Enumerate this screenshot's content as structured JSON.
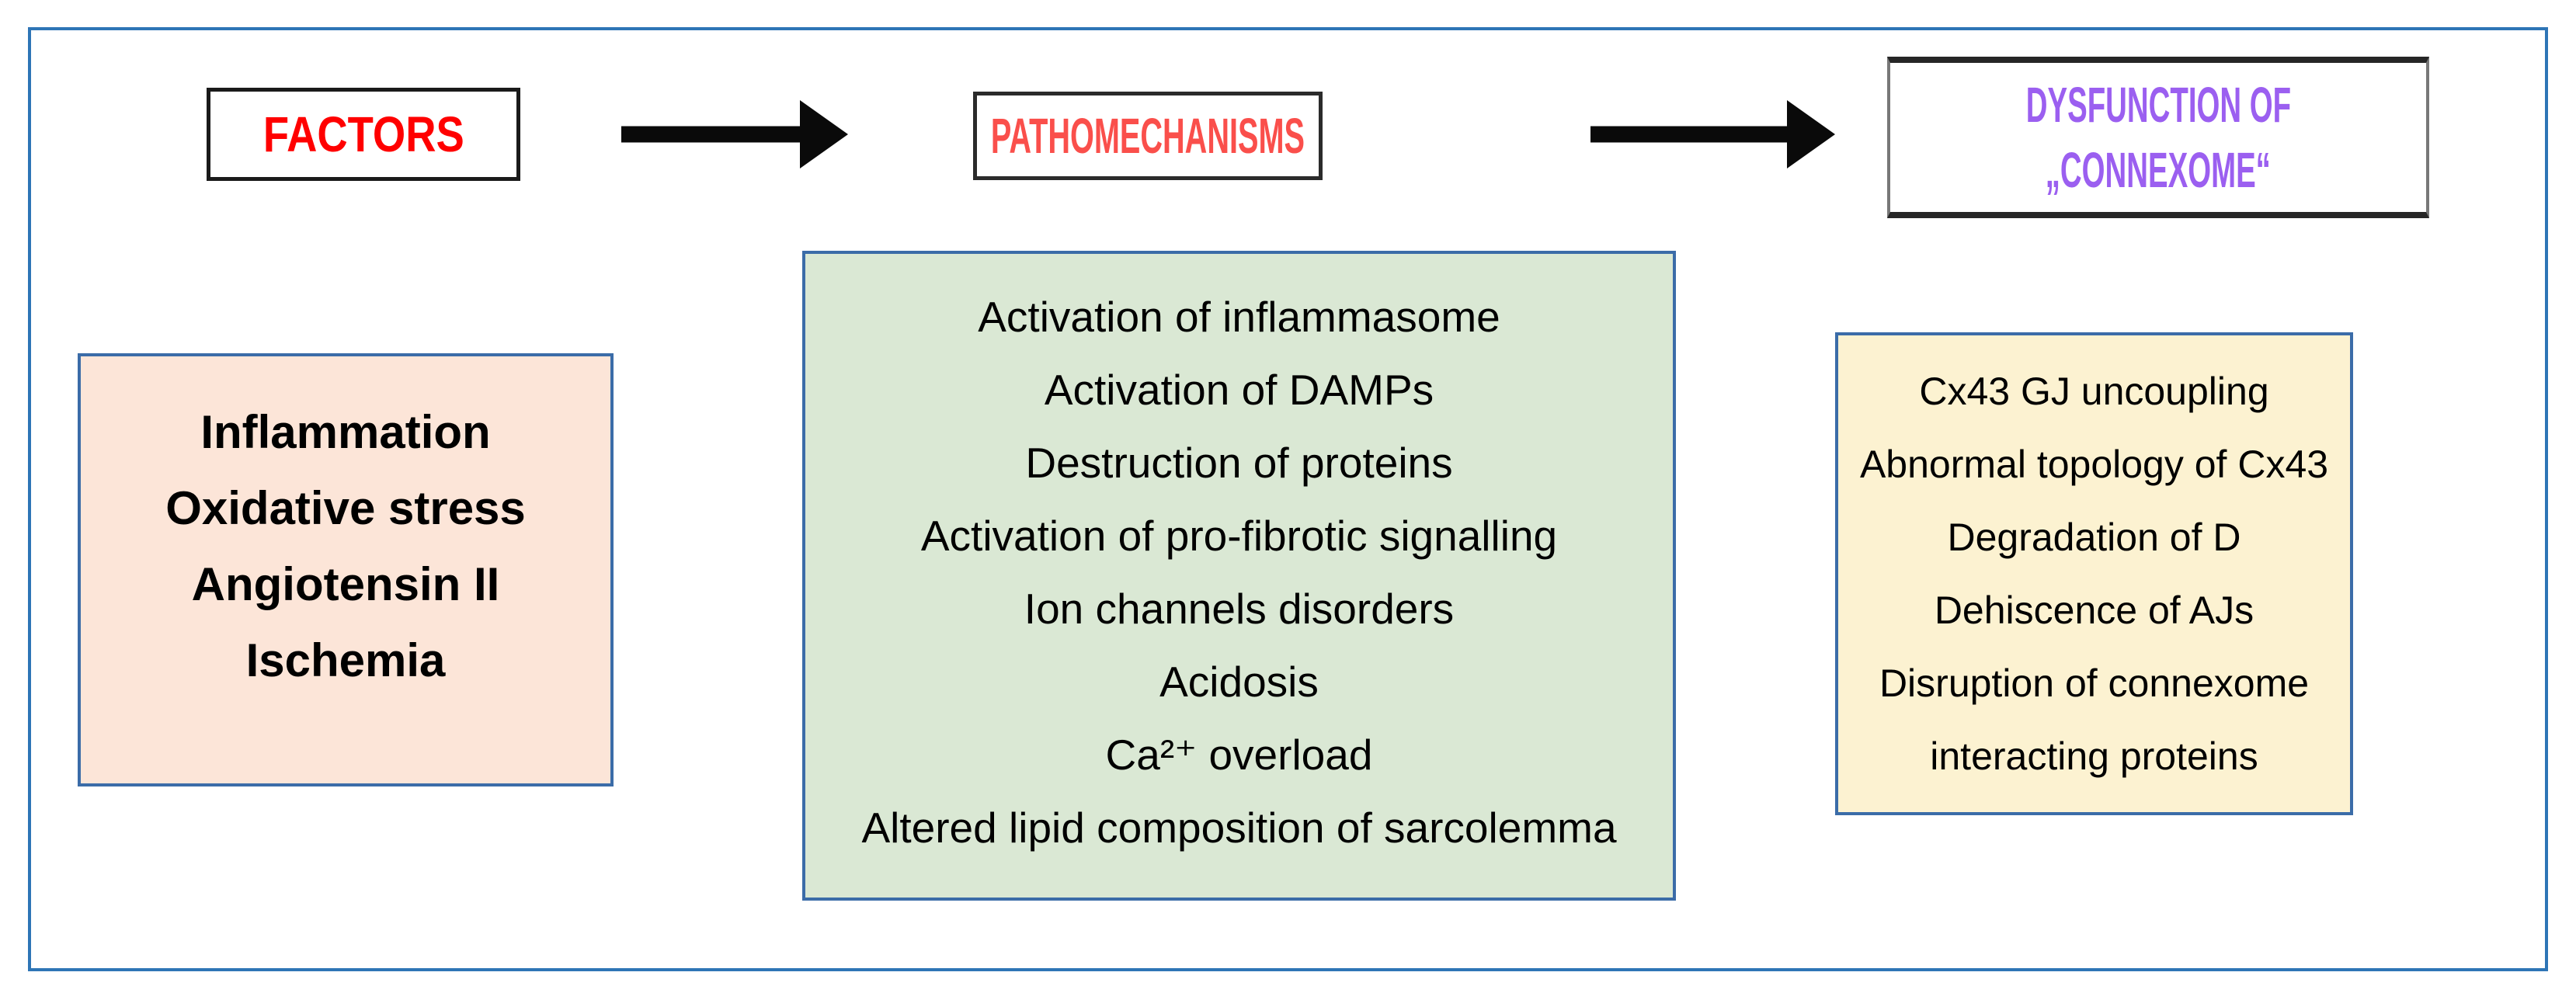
{
  "figure": {
    "type": "flow-diagram",
    "stages": {
      "factors_label": "FACTORS",
      "pathomechanisms_label": "PATHOMECHANISMS",
      "dysfunction_label_line1": "DYSFUNCTION OF",
      "dysfunction_label_line2": "„CONNEXOME“"
    },
    "factors_items": [
      "Inflammation",
      "Oxidative stress",
      "Angiotensin II",
      "Ischemia"
    ],
    "pathomechanism_items": [
      "Activation of inflammasome",
      "Activation of DAMPs",
      "Destruction of proteins",
      "Activation of pro-fibrotic signalling",
      "Ion channels disorders",
      "Acidosis",
      "Ca²⁺ overload",
      "Altered lipid composition of sarcolemma"
    ],
    "dysfunction_items": [
      "Cx43 GJ uncoupling",
      "Abnormal topology of Cx43",
      "Degradation of D",
      "Dehiscence of AJs",
      "Disruption of connexome interacting proteins"
    ],
    "colors": {
      "factors_text": "#FF0000",
      "pathomechanisms_text": "#FA4F4B",
      "dysfunction_text": "#9B5FF0",
      "frame_border": "#2E75B6",
      "content_box_border": "#3B6CA8",
      "factors_fill": "#FCE5D8",
      "pathomechanisms_fill": "#DAE8D4",
      "dysfunction_fill": "#FCF2D1",
      "arrow": "#0A0A0A"
    }
  }
}
